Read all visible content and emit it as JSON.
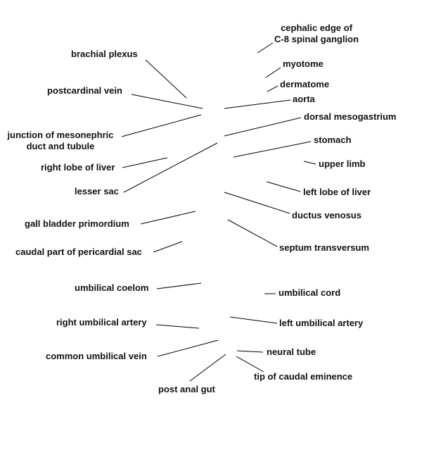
{
  "labels": {
    "cephalic_edge_1": "cephalic edge of",
    "cephalic_edge_2": "C-8 spinal ganglion",
    "brachial_plexus": "brachial plexus",
    "myotome": "myotome",
    "dermatome": "dermatome",
    "postcardinal_vein": "postcardinal vein",
    "aorta": "aorta",
    "dorsal_mesogastrium": "dorsal mesogastrium",
    "junction_1": "junction of mesonephric",
    "junction_2": "duct and tubule",
    "stomach": "stomach",
    "right_lobe_liver": "right lobe of liver",
    "upper_limb": "upper limb",
    "lesser_sac": "lesser sac",
    "left_lobe_liver": "left lobe of liver",
    "ductus_venosus": "ductus venosus",
    "gall_bladder": "gall bladder primordium",
    "septum_transversum": "septum transversum",
    "pericardial_sac": "caudal part of pericardial sac",
    "umbilical_coelom": "umbilical coelom",
    "umbilical_cord": "umbilical cord",
    "right_umbilical_artery": "right umbilical artery",
    "left_umbilical_artery": "left umbilical artery",
    "common_umbilical_vein": "common umbilical vein",
    "neural_tube": "neural tube",
    "caudal_eminence": "tip of caudal eminence",
    "post_anal_gut": "post anal gut"
  }
}
